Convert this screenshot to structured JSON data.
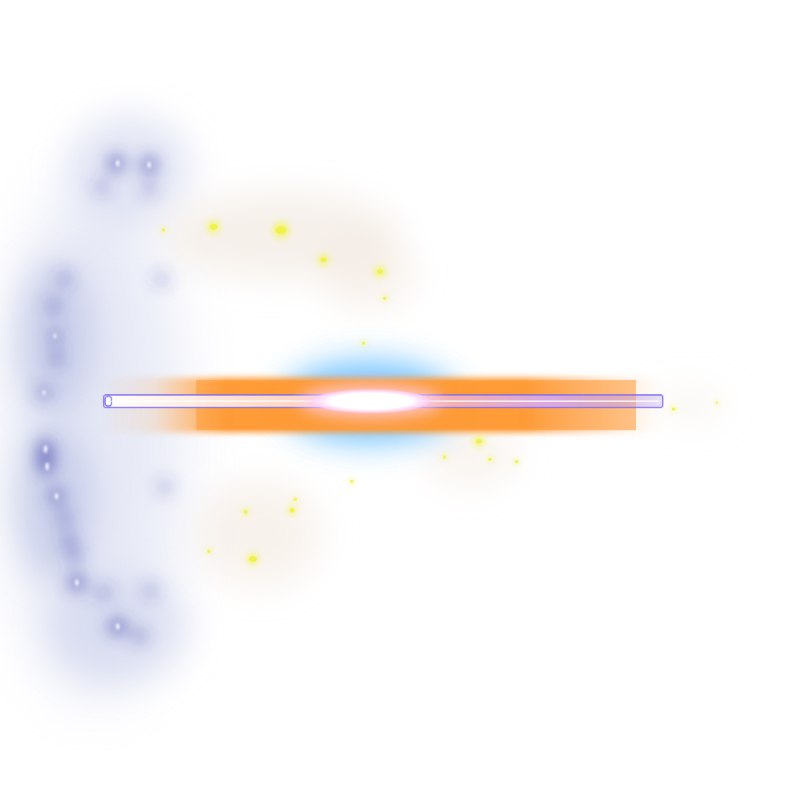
{
  "image": {
    "description_colors": {
      "background": "#ffffff",
      "beam_orange": "#ff9933",
      "beam_violet": "#b89cf0",
      "tube_outline": "#7b6cf0",
      "core_white": "#ffffff",
      "core_glow_blue": "#4fb3ff",
      "haze_blue": "#9aa6d6",
      "haze_warm": "#f0e6dc",
      "star_yellow": "#f4f56a",
      "speck_blue": "#3a3fa8"
    },
    "elements": [
      "light-beam",
      "beam-core-flare",
      "violet-tube",
      "blue-particle-haze",
      "yellow-spark-clusters"
    ]
  }
}
